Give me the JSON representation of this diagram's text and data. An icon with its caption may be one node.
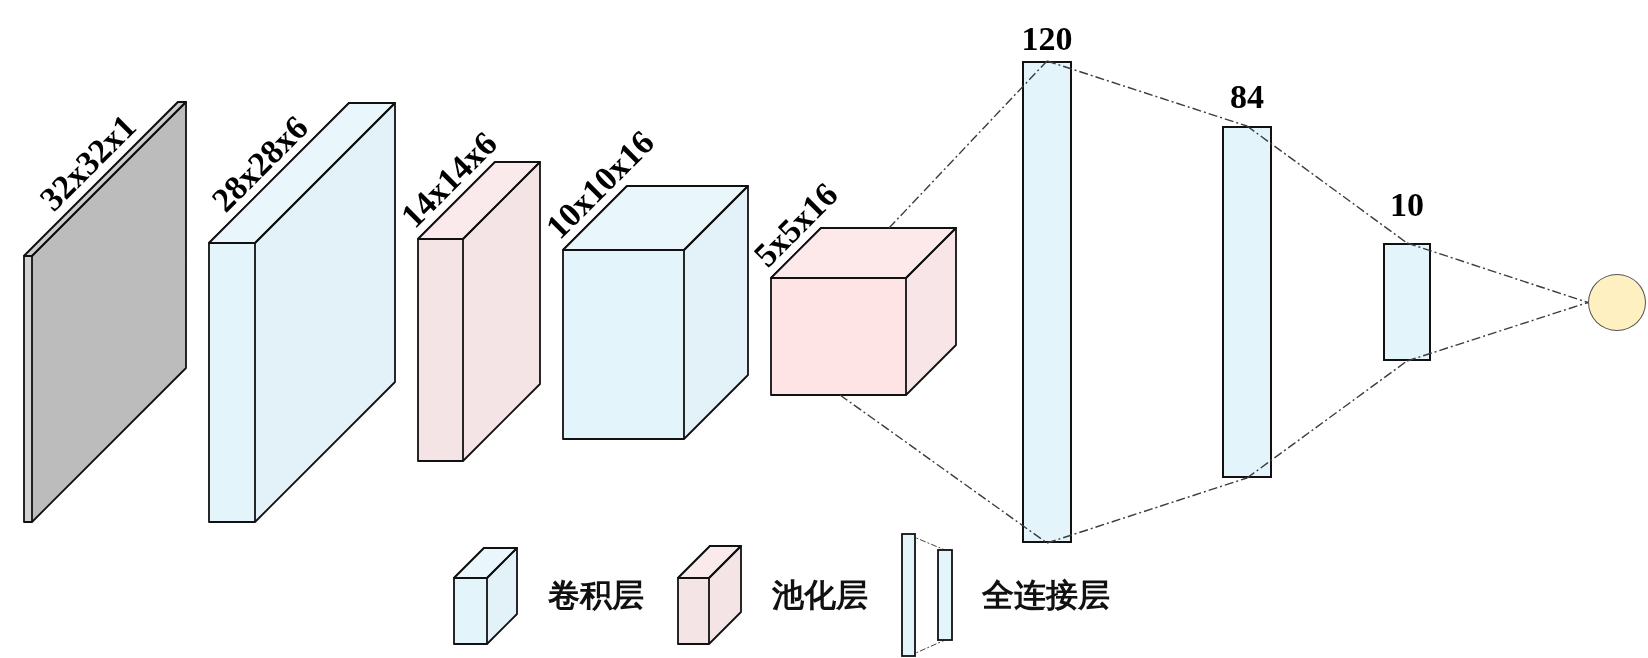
{
  "diagram": {
    "nodes": [
      {
        "text": [
          "32x32x1"
        ]
      },
      {
        "text": [
          "28x28x6"
        ]
      },
      {
        "text": [
          "14x14x6"
        ]
      },
      {
        "text": [
          "10x10x16"
        ]
      },
      {
        "text": [
          "5x5x16"
        ]
      },
      {
        "text": [
          "120"
        ]
      },
      {
        "text": [
          "84"
        ]
      },
      {
        "text": [
          "10"
        ]
      },
      {
        "text": [],
        "shape": "circle"
      }
    ],
    "edges": [
      {
        "from": 4,
        "to": 5,
        "arrow": "none",
        "style": "dashed"
      },
      {
        "from": 4,
        "to": 5,
        "arrow": "none",
        "style": "dashed"
      },
      {
        "from": 5,
        "to": 6,
        "arrow": "none",
        "style": "dashed"
      },
      {
        "from": 5,
        "to": 6,
        "arrow": "none",
        "style": "dashed"
      },
      {
        "from": 6,
        "to": 7,
        "arrow": "none",
        "style": "dashed"
      },
      {
        "from": 6,
        "to": 7,
        "arrow": "none",
        "style": "dashed"
      },
      {
        "from": 7,
        "to": 8,
        "arrow": "none",
        "style": "dashed"
      },
      {
        "from": 7,
        "to": 8,
        "arrow": "none",
        "style": "dashed"
      }
    ],
    "legend": [
      {
        "text": "卷积层"
      },
      {
        "text": "池化层"
      },
      {
        "text": "全连接层"
      }
    ]
  }
}
